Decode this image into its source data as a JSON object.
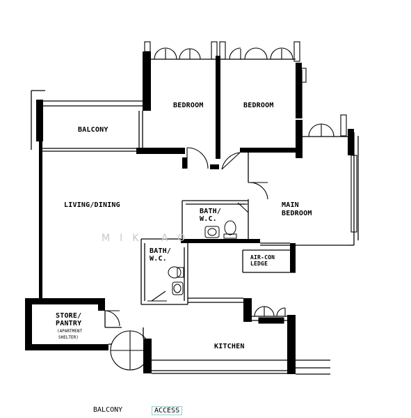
{
  "rooms": {
    "bedroom_1": "BEDROOM",
    "bedroom_2": "BEDROOM",
    "balcony": "BALCONY",
    "living_dining": "LIVING/DINING",
    "main_bedroom_line1": "MAIN",
    "main_bedroom_line2": "BEDROOM",
    "bath_1_line1": "BATH/",
    "bath_1_line2": "W.C.",
    "bath_2_line1": "BATH/",
    "bath_2_line2": "W.C.",
    "aircon_line1": "AIR-CON",
    "aircon_line2": "LEDGE",
    "store_line1": "STORE/",
    "store_line2": "PANTRY",
    "store_line3": "(APARTMENT",
    "store_line4": "SHELTER)",
    "kitchen": "KITCHEN"
  },
  "watermark": "MIK  AO",
  "legend": {
    "balcony": "BALCONY",
    "access": "ACCESS"
  },
  "colors": {
    "wall": "#000000",
    "thin_line": "#000000",
    "watermark": "#c7c7c7",
    "access_border": "#99cccc"
  }
}
